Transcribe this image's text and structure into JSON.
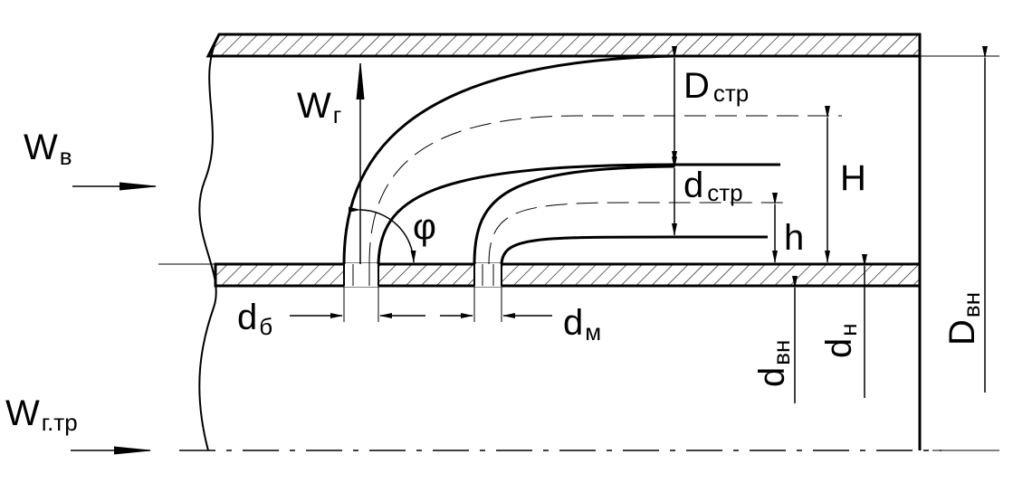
{
  "labels": {
    "W_v": "W",
    "W_v_sub": "в",
    "W_g": "W",
    "W_g_sub": "г",
    "W_gtr": "W",
    "W_gtr_sub": "г.тр",
    "D_str": "D",
    "D_str_sub": "стр",
    "d_str": "d",
    "d_str_sub": "стр",
    "H": "H",
    "h": "h",
    "phi": "φ",
    "d_b": "d",
    "d_b_sub": "б",
    "d_m": "d",
    "d_m_sub": "м",
    "d_vn": "d",
    "d_vn_sub": "вн",
    "d_n": "d",
    "d_n_sub": "н",
    "D_vn": "D",
    "D_vn_sub": "вн"
  }
}
